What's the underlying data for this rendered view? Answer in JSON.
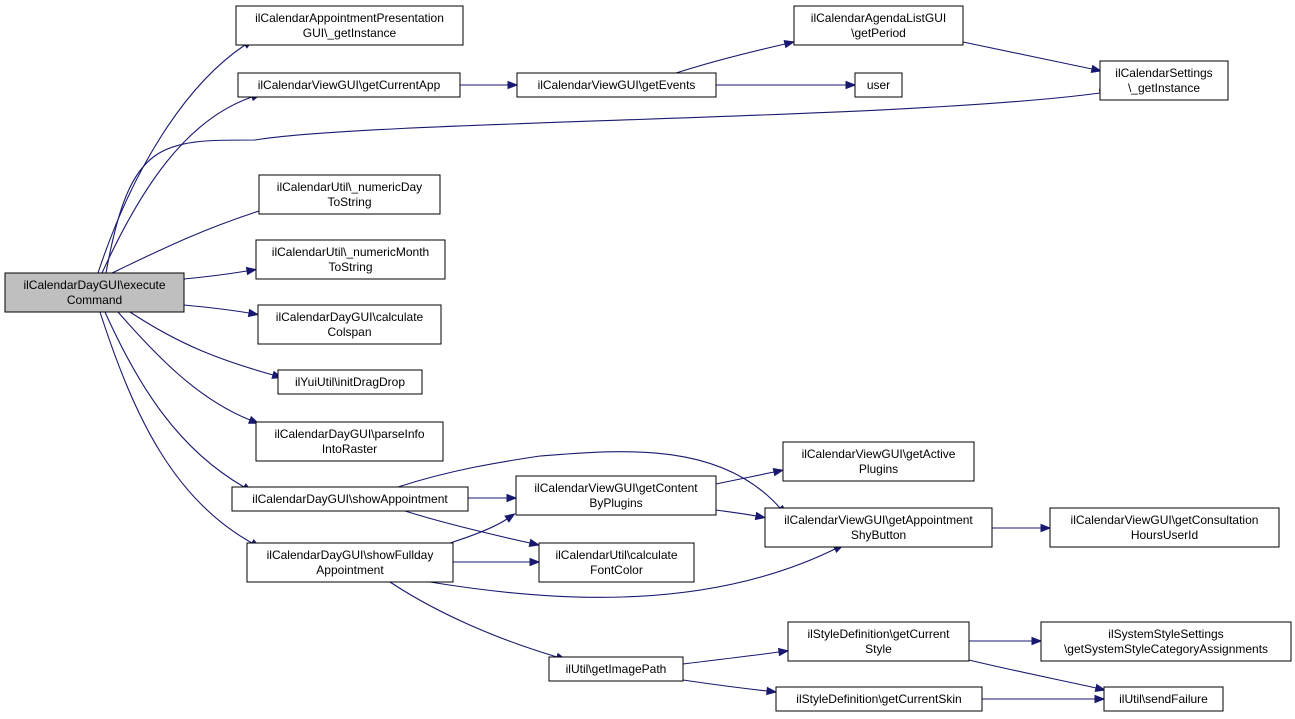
{
  "diagram": {
    "nodes": [
      {
        "id": "root",
        "lines": [
          "ilCalendarDayGUI\\execute",
          "Command"
        ],
        "root": true
      },
      {
        "id": "apptpres",
        "lines": [
          "ilCalendarAppointmentPresentation",
          "GUI\\_getInstance"
        ]
      },
      {
        "id": "getcurrentapp",
        "lines": [
          "ilCalendarViewGUI\\getCurrentApp"
        ]
      },
      {
        "id": "getevents",
        "lines": [
          "ilCalendarViewGUI\\getEvents"
        ]
      },
      {
        "id": "agendaperiod",
        "lines": [
          "ilCalendarAgendaListGUI",
          "\\getPeriod"
        ]
      },
      {
        "id": "user",
        "lines": [
          "user"
        ]
      },
      {
        "id": "calsettings",
        "lines": [
          "ilCalendarSettings",
          "\\_getInstance"
        ]
      },
      {
        "id": "numday",
        "lines": [
          "ilCalendarUtil\\_numericDay",
          "ToString"
        ]
      },
      {
        "id": "nummonth",
        "lines": [
          "ilCalendarUtil\\_numericMonth",
          "ToString"
        ]
      },
      {
        "id": "colspan",
        "lines": [
          "ilCalendarDayGUI\\calculate",
          "Colspan"
        ]
      },
      {
        "id": "dragdrop",
        "lines": [
          "ilYuiUtil\\initDragDrop"
        ]
      },
      {
        "id": "parseinfo",
        "lines": [
          "ilCalendarDayGUI\\parseInfo",
          "IntoRaster"
        ]
      },
      {
        "id": "showappt",
        "lines": [
          "ilCalendarDayGUI\\showAppointment"
        ]
      },
      {
        "id": "showfullday",
        "lines": [
          "ilCalendarDayGUI\\showFullday",
          "Appointment"
        ]
      },
      {
        "id": "contentplugins",
        "lines": [
          "ilCalendarViewGUI\\getContent",
          "ByPlugins"
        ]
      },
      {
        "id": "activeplugins",
        "lines": [
          "ilCalendarViewGUI\\getActive",
          "Plugins"
        ]
      },
      {
        "id": "fontcolor",
        "lines": [
          "ilCalendarUtil\\calculate",
          "FontColor"
        ]
      },
      {
        "id": "shybutton",
        "lines": [
          "ilCalendarViewGUI\\getAppointment",
          "ShyButton"
        ]
      },
      {
        "id": "consultation",
        "lines": [
          "ilCalendarViewGUI\\getConsultation",
          "HoursUserId"
        ]
      },
      {
        "id": "imagepath",
        "lines": [
          "ilUtil\\getImagePath"
        ]
      },
      {
        "id": "currentstyle",
        "lines": [
          "ilStyleDefinition\\getCurrent",
          "Style"
        ]
      },
      {
        "id": "currentskin",
        "lines": [
          "ilStyleDefinition\\getCurrentSkin"
        ]
      },
      {
        "id": "systemstyle",
        "lines": [
          "ilSystemStyleSettings",
          "\\getSystemStyleCategoryAssignments"
        ]
      },
      {
        "id": "sendfailure",
        "lines": [
          "ilUtil\\sendFailure"
        ]
      }
    ],
    "edges": [
      [
        "root",
        "apptpres"
      ],
      [
        "root",
        "getcurrentapp"
      ],
      [
        "root",
        "calsettings"
      ],
      [
        "root",
        "numday"
      ],
      [
        "root",
        "nummonth"
      ],
      [
        "root",
        "colspan"
      ],
      [
        "root",
        "dragdrop"
      ],
      [
        "root",
        "parseinfo"
      ],
      [
        "root",
        "showappt"
      ],
      [
        "root",
        "showfullday"
      ],
      [
        "getcurrentapp",
        "getevents"
      ],
      [
        "getevents",
        "agendaperiod"
      ],
      [
        "getevents",
        "user"
      ],
      [
        "agendaperiod",
        "calsettings"
      ],
      [
        "showappt",
        "contentplugins"
      ],
      [
        "showappt",
        "shybutton"
      ],
      [
        "showappt",
        "fontcolor"
      ],
      [
        "showfullday",
        "contentplugins"
      ],
      [
        "showfullday",
        "fontcolor"
      ],
      [
        "showfullday",
        "shybutton"
      ],
      [
        "showfullday",
        "imagepath"
      ],
      [
        "contentplugins",
        "activeplugins"
      ],
      [
        "contentplugins",
        "shybutton"
      ],
      [
        "shybutton",
        "consultation"
      ],
      [
        "imagepath",
        "currentstyle"
      ],
      [
        "imagepath",
        "currentskin"
      ],
      [
        "currentstyle",
        "systemstyle"
      ],
      [
        "currentstyle",
        "sendfailure"
      ],
      [
        "currentskin",
        "sendfailure"
      ]
    ]
  }
}
